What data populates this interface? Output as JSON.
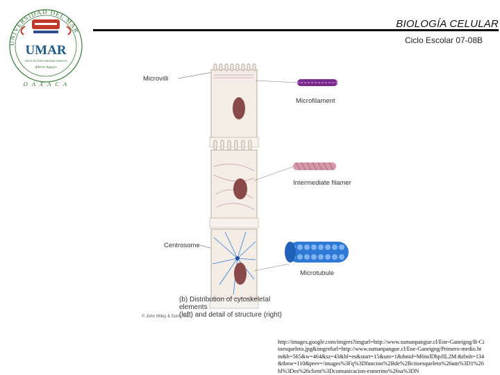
{
  "header": {
    "title": "BIOLOGÍA CELULAR",
    "subtitle": "Ciclo Escolar 07-08B"
  },
  "logo": {
    "arc_text": "UNIVERSIDAD DEL MAR",
    "initials": "UMAR",
    "motto": "TRIUS VICTORIA MENSAE ENERVIS",
    "script": "Alberto Aguayo",
    "place": "O A X A C A"
  },
  "figure": {
    "labels": {
      "microvilli": "Microvilli",
      "microfilament": "Microfilament",
      "intermediate": "Intermediate filament",
      "centrosome": "Centrosome",
      "microtubule": "Microtubule"
    },
    "caption_lines": [
      "(b) Distribution of cytoskeletal elements",
      "(left) and detail of structure (right)"
    ],
    "copyright": "© John Wiley & Sons, Inc.",
    "colors": {
      "microfilament": "#7a2a8a",
      "intermediate": "#d59aa8",
      "microtubule": "#2f79d6",
      "nucleus": "#8a4a4a"
    }
  },
  "source_url": "http://images.google.com/imgres?imgurl=http://www.sumanpangue.cl/Ene-Ganeigng/B-Citoesqueleto.jpg&imgrefurl=http://www.sumanpangue.cl/Ene-Ganeigng/Primero-medio.htm&h=565&w=464&sz=43&hl=es&start=15&um=1&tbnid=M6tnJDbpJIL2M:&tbnh=134&tbnw=110&prev=/images%3Fq%3Dfuncion%2Bde%2Bcitoesqueleto%26um%3D1%26hl%3Des%26client%3Dcomunicacion-esmerino%26sa%3DN"
}
